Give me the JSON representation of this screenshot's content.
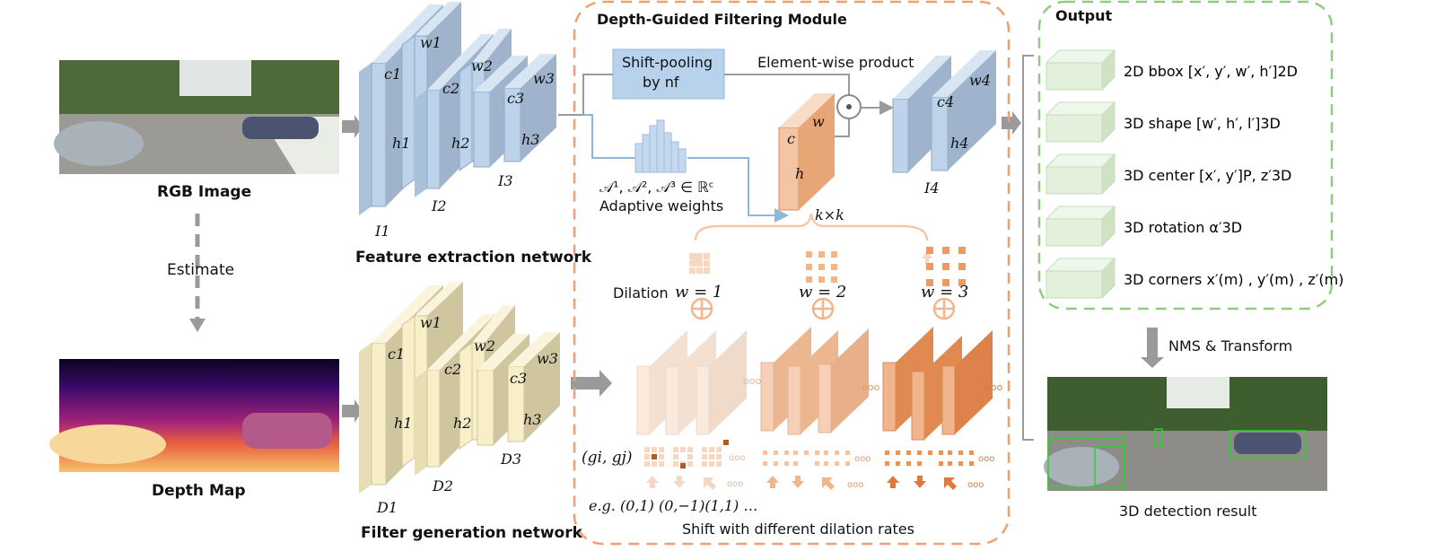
{
  "inputs": {
    "rgb_caption": "RGB Image",
    "depth_caption": "Depth Map",
    "estimate_label": "Estimate"
  },
  "feature_net": {
    "title": "Feature extraction network",
    "labels": {
      "w1": "w1",
      "c1": "c1",
      "h1": "h1",
      "I1": "I1",
      "w2": "w2",
      "c2": "c2",
      "h2": "h2",
      "I2": "I2",
      "w3": "w3",
      "c3": "c3",
      "h3": "h3",
      "I3": "I3"
    }
  },
  "filter_net": {
    "title": "Filter generation network",
    "labels": {
      "w1": "w1",
      "c1": "c1",
      "h1": "h1",
      "D1": "D1",
      "w2": "w2",
      "c2": "c2",
      "h2": "h2",
      "D2": "D2",
      "w3": "w3",
      "c3": "c3",
      "h3": "h3",
      "D3": "D3"
    }
  },
  "dgf_module": {
    "title": "Depth-Guided Filtering Module",
    "shift_pooling": [
      "Shift-pooling",
      "by nf"
    ],
    "elementwise": "Element-wise product",
    "adaptive_formula": "𝒜¹, 𝒜², 𝒜³ ∈ ℝᶜ",
    "adaptive_label": "Adaptive weights",
    "kernel_labels": {
      "c": "c",
      "w": "w",
      "h": "h",
      "kxk": "k×k"
    },
    "I4_labels": {
      "w4": "w4",
      "c4": "c4",
      "h4": "h4",
      "I4": "I4"
    },
    "dilation_prefix": "Dilation",
    "dilations": [
      "w = 1",
      "w = 2",
      "w = 3"
    ],
    "gi_gj": "(gi, gj)",
    "example": "e.g. (0,1) (0,−1)(1,1) …",
    "shift_caption": "Shift with different dilation rates",
    "ellipsis": "ooo"
  },
  "output": {
    "title": "Output",
    "items": [
      "2D bbox  [x′, y′, w′, h′]2D",
      "3D shape [w′, h′, l′]3D",
      "3D center [x′, y′]P, z′3D",
      "3D rotation α′3D",
      "3D corners x′(m) , y′(m) , z′(m)"
    ],
    "nms": "NMS & Transform",
    "result_caption": "3D detection result"
  },
  "colors": {
    "blue_front": "#bcd3ea",
    "blue_side": "#9fb4cc",
    "blue_top": "#d8e6f4",
    "yellow_front": "#f8eec8",
    "yellow_side": "#cfc6a0",
    "yellow_top": "#fbf4dc",
    "orange": "#e8935a",
    "orange_light": "#f6d8c2",
    "green_box": "#e3f1dc",
    "dashed_orange": "#f0a070",
    "dashed_green": "#8fcc80",
    "arrow_gray": "#9a9a9a"
  }
}
